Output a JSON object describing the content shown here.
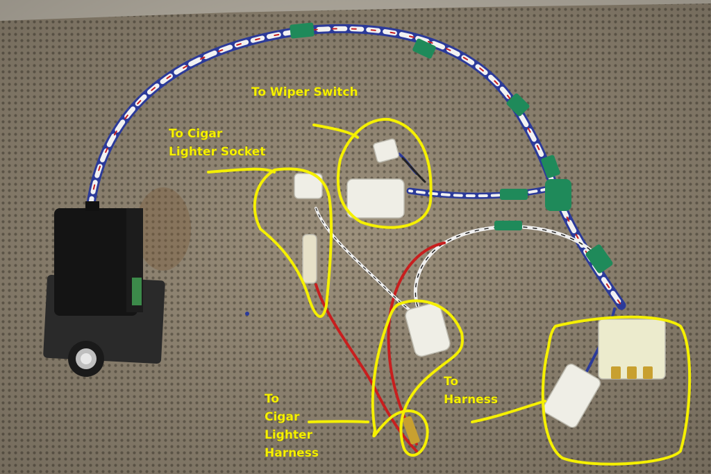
{
  "labels": {
    "wiper_switch": "To Wiper Switch",
    "cigar_lighter_socket": [
      "To Cigar",
      "Lighter Socket"
    ],
    "harness": [
      "To",
      "Harness"
    ],
    "cigar_lighter_harness": [
      "To",
      "Cigar",
      "Lighter",
      "Harness"
    ]
  },
  "colors": {
    "mat": "#9a8e7a",
    "annotation": "#f5f000",
    "tape": "#1f8a5a",
    "wire_blue": "#2b3a9a",
    "wire_red": "#c81e1e",
    "connector": "#efeee6"
  }
}
